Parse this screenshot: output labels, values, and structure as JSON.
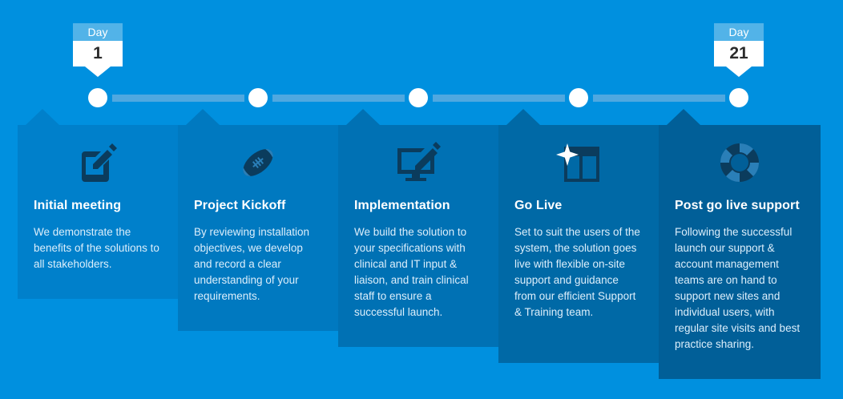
{
  "theme": {
    "background": "#0090df",
    "badge_header": "#52b3e8",
    "badge_body": "#ffffff",
    "dot": "#ffffff",
    "bar": "#4fa8e0",
    "icon_dark": "#0b3c5d",
    "icon_light": "#2a7fb8"
  },
  "day_badges": [
    {
      "label": "Day",
      "value": "1"
    },
    {
      "label": "Day",
      "value": "21"
    }
  ],
  "milestones": [
    {
      "icon": "edit-square-icon",
      "title": "Initial meeting",
      "text": "We demonstrate the benefits of the solutions to all stakeholders.",
      "color": "#0080cb"
    },
    {
      "icon": "football-icon",
      "title": "Project Kickoff",
      "text": "By reviewing installation objectives, we develop and record a clear understanding of your requirements.",
      "color": "#0079c0"
    },
    {
      "icon": "monitor-pencil-icon",
      "title": "Implementation",
      "text": "We build the solution to your specifications with clinical and IT input & liaison, and train clinical staff to ensure a successful launch.",
      "color": "#0071b4"
    },
    {
      "icon": "window-sparkle-icon",
      "title": "Go Live",
      "text": "Set to suit the users of the system, the solution goes live with flexible on-site support and guidance from our efficient Support & Training team.",
      "color": "#0069a6"
    },
    {
      "icon": "life-ring-icon",
      "title": "Post go live support",
      "text": "Following the successful launch our support & account management teams are on hand to support new sites and individual users, with regular site visits and best practice sharing.",
      "color": "#015f98"
    }
  ]
}
